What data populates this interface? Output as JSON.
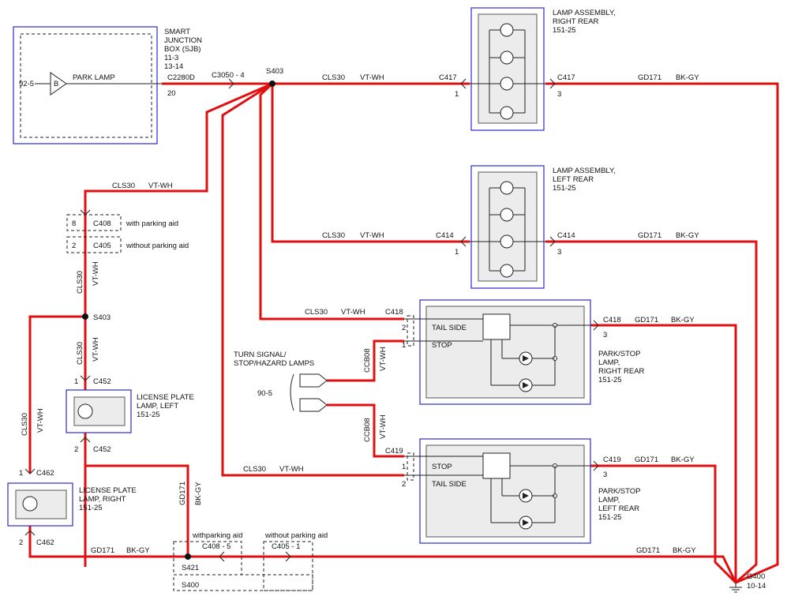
{
  "sjb": {
    "name": [
      "SMART",
      "JUNCTION",
      "BOX (SJB)",
      "11-3",
      "13-14"
    ],
    "ref": "92-5",
    "pin": "B",
    "circuit": "PARK LAMP",
    "connector": "C2280D",
    "pin_num": "20"
  },
  "top": {
    "c3050": "C3050 - 4",
    "s403": "S403",
    "cls30": "CLS30",
    "vtwh": "VT-WH",
    "c417": "C417",
    "pin1": "1",
    "pin3": "3",
    "gd171": "GD171",
    "bkgy": "BK-GY"
  },
  "rr_lamp": {
    "name": [
      "LAMP ASSEMBLY,",
      "RIGHT REAR",
      "151-25"
    ]
  },
  "lr_lamp": {
    "name": [
      "LAMP ASSEMBLY,",
      "LEFT REAR",
      "151-25"
    ]
  },
  "mid": {
    "c414": "C414"
  },
  "left": {
    "cls30": "CLS30",
    "vtwh": "VT-WH",
    "c408": "C408",
    "c408_pin": "8",
    "c405": "C405",
    "c405_pin": "2",
    "with_aid": "with parking aid",
    "without_aid": "without parking aid",
    "s403": "S403",
    "c452": "C452",
    "c462": "C462",
    "pin1": "1",
    "pin2": "2"
  },
  "lic_left": {
    "name": [
      "LICENSE PLATE",
      "LAMP, LEFT",
      "151-25"
    ]
  },
  "lic_right": {
    "name": [
      "LICENSE PLATE",
      "LAMP, RIGHT",
      "151-25"
    ]
  },
  "turn": {
    "name": [
      "TURN SIGNAL/",
      "STOP/HAZARD LAMPS"
    ],
    "ref": "90-5",
    "ccb08": "CCB08",
    "vtwh": "VT-WH"
  },
  "ps_right": {
    "connector": "C418",
    "tail_side": "TAIL SIDE",
    "stop": "STOP",
    "name": [
      "PARK/STOP",
      "LAMP,",
      "RIGHT REAR",
      "151-25"
    ]
  },
  "ps_left": {
    "connector": "C419",
    "tail_side": "TAIL SIDE",
    "stop": "STOP",
    "name": [
      "PARK/STOP",
      "LAMP,",
      "LEFT REAR",
      "151-25"
    ]
  },
  "bottom": {
    "gd171": "GD171",
    "bkgy": "BK-GY",
    "c462": "C462",
    "withparking": "withparking aid",
    "without": "without parking aid",
    "c408_5": "C408 -  5",
    "c405_1": "C405 -  1",
    "s421": "S421",
    "s400": "S400",
    "g400": "G400",
    "g400_ref": "10-14"
  }
}
